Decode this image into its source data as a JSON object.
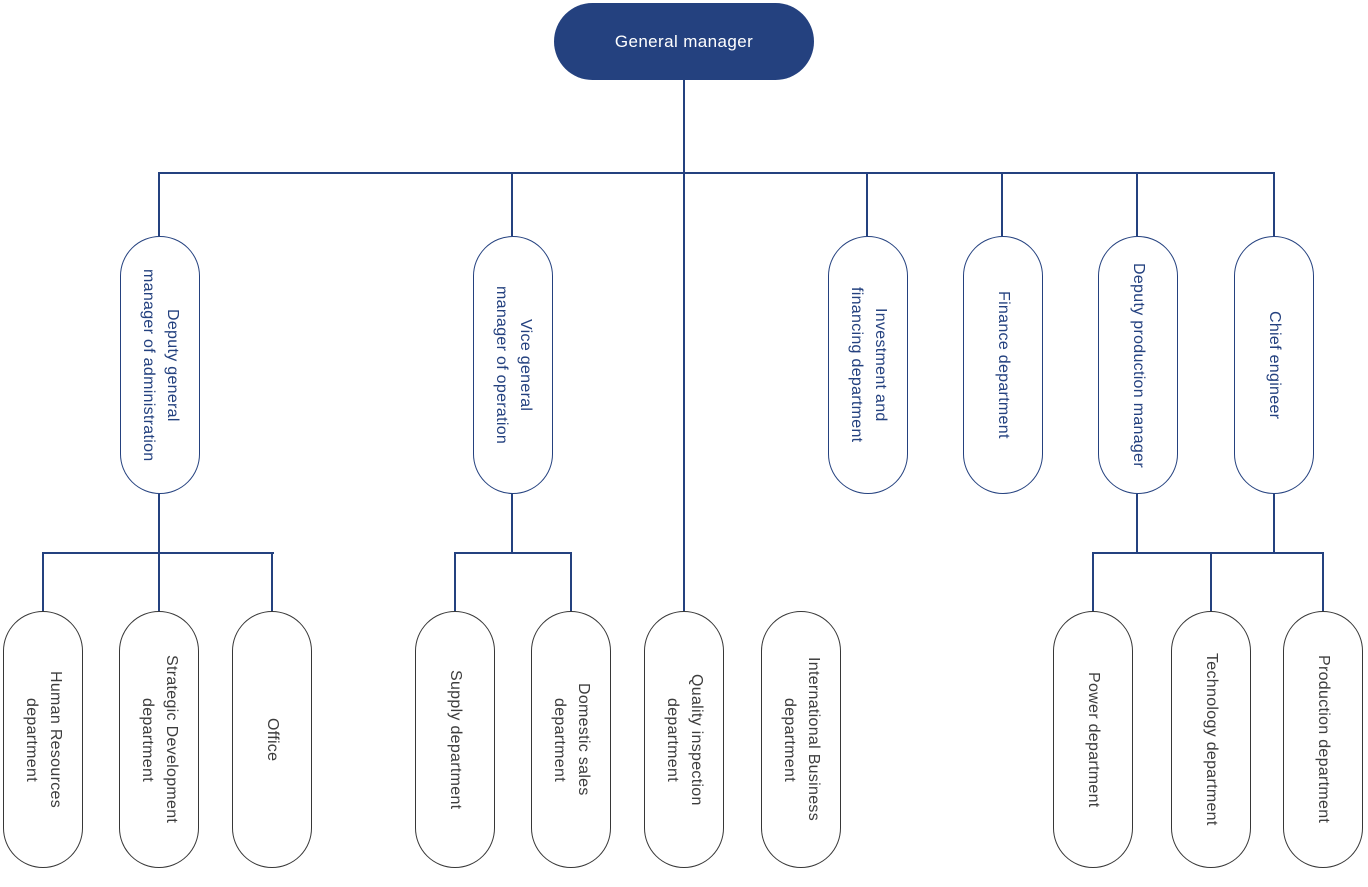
{
  "chart": {
    "type": "org-chart",
    "root": {
      "label": "General manager"
    },
    "level2": [
      {
        "id": "admin",
        "lines": [
          "Deputy general",
          "manager of administration"
        ]
      },
      {
        "id": "vice",
        "lines": [
          "Vice general",
          "manager of operation"
        ]
      },
      {
        "id": "invest",
        "lines": [
          "Investment and",
          "financing department"
        ]
      },
      {
        "id": "finance",
        "lines": [
          "Finance department"
        ]
      },
      {
        "id": "dpm",
        "lines": [
          "Deputy production manager"
        ]
      },
      {
        "id": "chief",
        "lines": [
          "Chief engineer"
        ]
      }
    ],
    "level3": [
      {
        "id": "hr",
        "lines": [
          "Human Resources",
          "department"
        ],
        "parent": "admin"
      },
      {
        "id": "strategic",
        "lines": [
          "Strategic Development",
          "department"
        ],
        "parent": "admin"
      },
      {
        "id": "office",
        "lines": [
          "Office"
        ],
        "parent": "admin"
      },
      {
        "id": "supply",
        "lines": [
          "Supply department"
        ],
        "parent": "vice"
      },
      {
        "id": "domestic",
        "lines": [
          "Domestic sales",
          "department"
        ],
        "parent": "vice"
      },
      {
        "id": "quality",
        "lines": [
          "Quality inspection",
          "department"
        ],
        "parent": "root"
      },
      {
        "id": "intl",
        "lines": [
          "International Business",
          "department"
        ],
        "parent": "none"
      },
      {
        "id": "power",
        "lines": [
          "Power department"
        ],
        "parent": "dpm+chief"
      },
      {
        "id": "tech",
        "lines": [
          "Technology department"
        ],
        "parent": "dpm+chief"
      },
      {
        "id": "prod",
        "lines": [
          "Production department"
        ],
        "parent": "dpm+chief"
      }
    ],
    "colors": {
      "line": "#24417f",
      "gray_border": "#373737",
      "gray_text": "#3d3d3d",
      "root_fill": "#24417f",
      "root_text": "#ffffff"
    }
  }
}
